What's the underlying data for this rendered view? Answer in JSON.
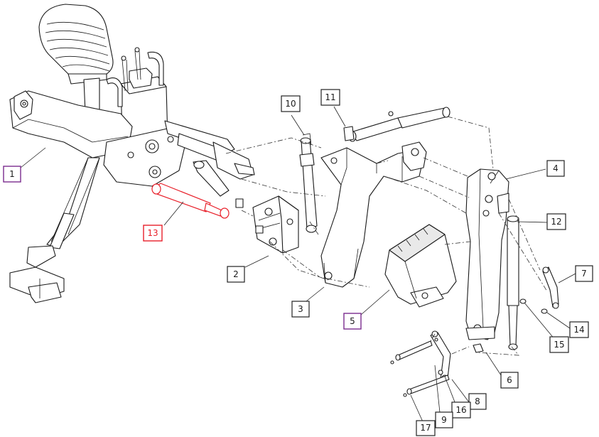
{
  "labels": [
    {
      "id": "1",
      "text": "1",
      "highlight": "purple"
    },
    {
      "id": "2",
      "text": "2",
      "highlight": "none"
    },
    {
      "id": "3",
      "text": "3",
      "highlight": "none"
    },
    {
      "id": "4",
      "text": "4",
      "highlight": "none"
    },
    {
      "id": "5",
      "text": "5",
      "highlight": "purple"
    },
    {
      "id": "6",
      "text": "6",
      "highlight": "none"
    },
    {
      "id": "7",
      "text": "7",
      "highlight": "none"
    },
    {
      "id": "8",
      "text": "8",
      "highlight": "none"
    },
    {
      "id": "9",
      "text": "9",
      "highlight": "none"
    },
    {
      "id": "10",
      "text": "10",
      "highlight": "none"
    },
    {
      "id": "11",
      "text": "11",
      "highlight": "none"
    },
    {
      "id": "12",
      "text": "12",
      "highlight": "none"
    },
    {
      "id": "13",
      "text": "13",
      "highlight": "red"
    },
    {
      "id": "14",
      "text": "14",
      "highlight": "none"
    },
    {
      "id": "15",
      "text": "15",
      "highlight": "none"
    },
    {
      "id": "16",
      "text": "16",
      "highlight": "none"
    },
    {
      "id": "17",
      "text": "17",
      "highlight": "none"
    }
  ],
  "colors": {
    "line": "#1a1a1a",
    "label_border": "#222222",
    "highlight_purple": "#7a2c8e",
    "highlight_red": "#e8202a"
  }
}
